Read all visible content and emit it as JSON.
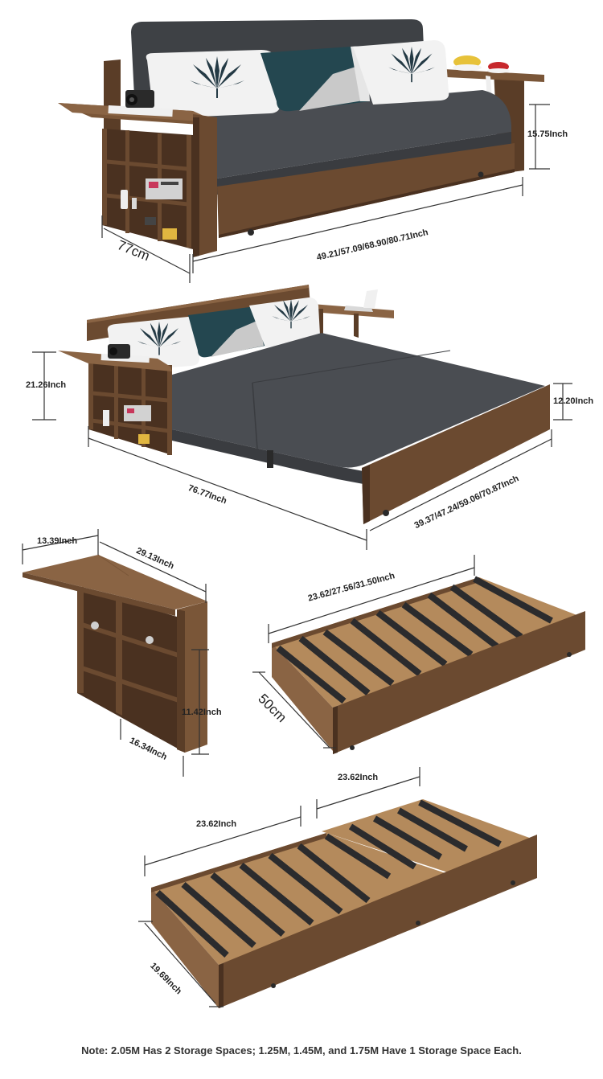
{
  "dimensions": {
    "sofa_depth": "77cm",
    "sofa_seat_height": "15.75Inch",
    "sofa_widths": "49.21/57.09/68.90/80.71Inch",
    "bed_side_height": "21.26Inch",
    "bed_frame_height": "12.20Inch",
    "bed_length": "76.77Inch",
    "bed_widths": "39.37/47.24/59.06/70.87Inch",
    "table_top_depth": "13.39Inch",
    "table_top_length": "29.13Inch",
    "cabinet_height": "11.42Inch",
    "cabinet_depth": "16.34Inch",
    "drawer_widths": "23.62/27.56/31.50Inch",
    "drawer_depth": "50cm",
    "double_drawer_right": "23.62Inch",
    "double_drawer_left": "23.62Inch",
    "double_drawer_depth": "19.69Inch"
  },
  "note": "Note: 2.05M Has 2 Storage Spaces; 1.25M, 1.45M, and 1.75M Have 1 Storage Space Each.",
  "colors": {
    "walnut": "#6b4a30",
    "walnut_dark": "#4a3120",
    "walnut_light": "#8a6444",
    "fabric": "#4a4d52",
    "fabric_dark": "#3a3c40",
    "slat": "#2b2b2d",
    "drawer_inner": "#b48a5c"
  }
}
